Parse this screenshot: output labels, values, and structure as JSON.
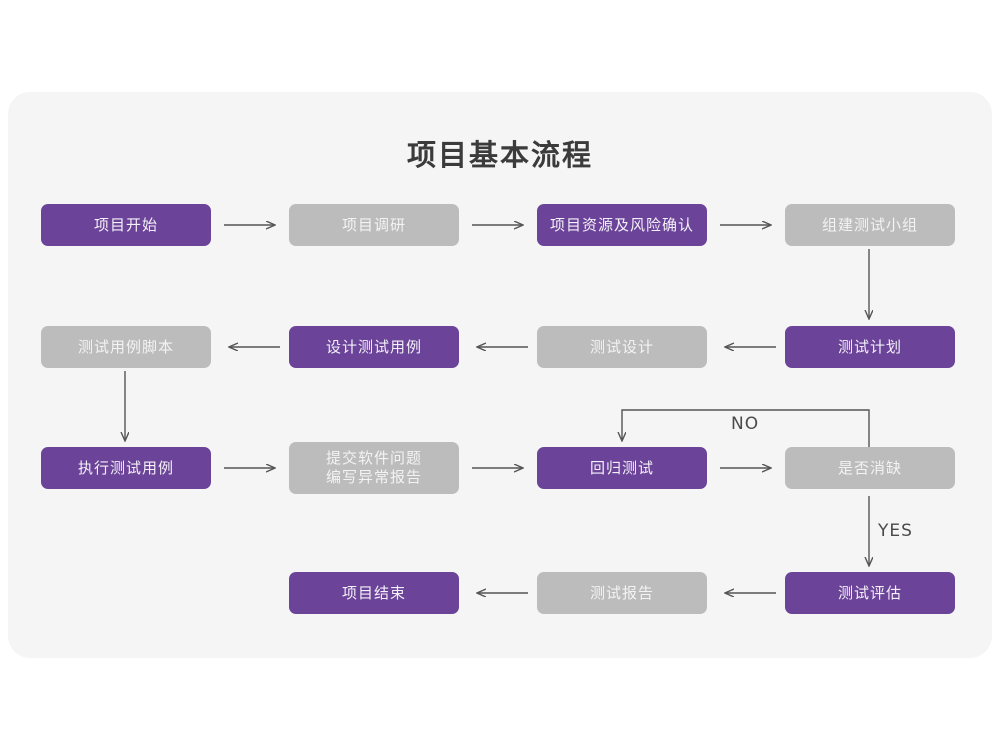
{
  "title": "项目基本流程",
  "colors": {
    "purple": "#6b4499",
    "gray": "#bcbcbc",
    "panel_bg": "#f5f5f5",
    "page_bg": "#ffffff",
    "arrow": "#555555",
    "title_text": "#3b3b3b"
  },
  "nodes": [
    {
      "id": "n1",
      "label": "项目开始",
      "style": "purple",
      "row": 1,
      "col": 1
    },
    {
      "id": "n2",
      "label": "项目调研",
      "style": "gray",
      "row": 1,
      "col": 2
    },
    {
      "id": "n3",
      "label": "项目资源及风险确认",
      "style": "purple",
      "row": 1,
      "col": 3
    },
    {
      "id": "n4",
      "label": "组建测试小组",
      "style": "gray",
      "row": 1,
      "col": 4
    },
    {
      "id": "n5",
      "label": "测试用例脚本",
      "style": "gray",
      "row": 2,
      "col": 1
    },
    {
      "id": "n6",
      "label": "设计测试用例",
      "style": "purple",
      "row": 2,
      "col": 2
    },
    {
      "id": "n7",
      "label": "测试设计",
      "style": "gray",
      "row": 2,
      "col": 3
    },
    {
      "id": "n8",
      "label": "测试计划",
      "style": "purple",
      "row": 2,
      "col": 4
    },
    {
      "id": "n9",
      "label": "执行测试用例",
      "style": "purple",
      "row": 3,
      "col": 1
    },
    {
      "id": "n10",
      "label": "提交软件问题\n编写异常报告",
      "style": "gray",
      "row": 3,
      "col": 2
    },
    {
      "id": "n11",
      "label": "回归测试",
      "style": "purple",
      "row": 3,
      "col": 3
    },
    {
      "id": "n12",
      "label": "是否消缺",
      "style": "gray",
      "row": 3,
      "col": 4
    },
    {
      "id": "n13",
      "label": "项目结束",
      "style": "purple",
      "row": 4,
      "col": 2
    },
    {
      "id": "n14",
      "label": "测试报告",
      "style": "gray",
      "row": 4,
      "col": 3
    },
    {
      "id": "n15",
      "label": "测试评估",
      "style": "purple",
      "row": 4,
      "col": 4
    }
  ],
  "edge_labels": {
    "no": "NO",
    "yes": "YES"
  },
  "edges": [
    {
      "from": "n1",
      "to": "n2",
      "dir": "right"
    },
    {
      "from": "n2",
      "to": "n3",
      "dir": "right"
    },
    {
      "from": "n3",
      "to": "n4",
      "dir": "right"
    },
    {
      "from": "n4",
      "to": "n8",
      "dir": "down"
    },
    {
      "from": "n8",
      "to": "n7",
      "dir": "left"
    },
    {
      "from": "n7",
      "to": "n6",
      "dir": "left"
    },
    {
      "from": "n6",
      "to": "n5",
      "dir": "left"
    },
    {
      "from": "n5",
      "to": "n9",
      "dir": "down"
    },
    {
      "from": "n9",
      "to": "n10",
      "dir": "right"
    },
    {
      "from": "n10",
      "to": "n11",
      "dir": "right"
    },
    {
      "from": "n11",
      "to": "n12",
      "dir": "right"
    },
    {
      "from": "n12",
      "to": "n11",
      "dir": "loop",
      "label": "NO"
    },
    {
      "from": "n12",
      "to": "n15",
      "dir": "down",
      "label": "YES"
    },
    {
      "from": "n15",
      "to": "n14",
      "dir": "left"
    },
    {
      "from": "n14",
      "to": "n13",
      "dir": "left"
    }
  ]
}
